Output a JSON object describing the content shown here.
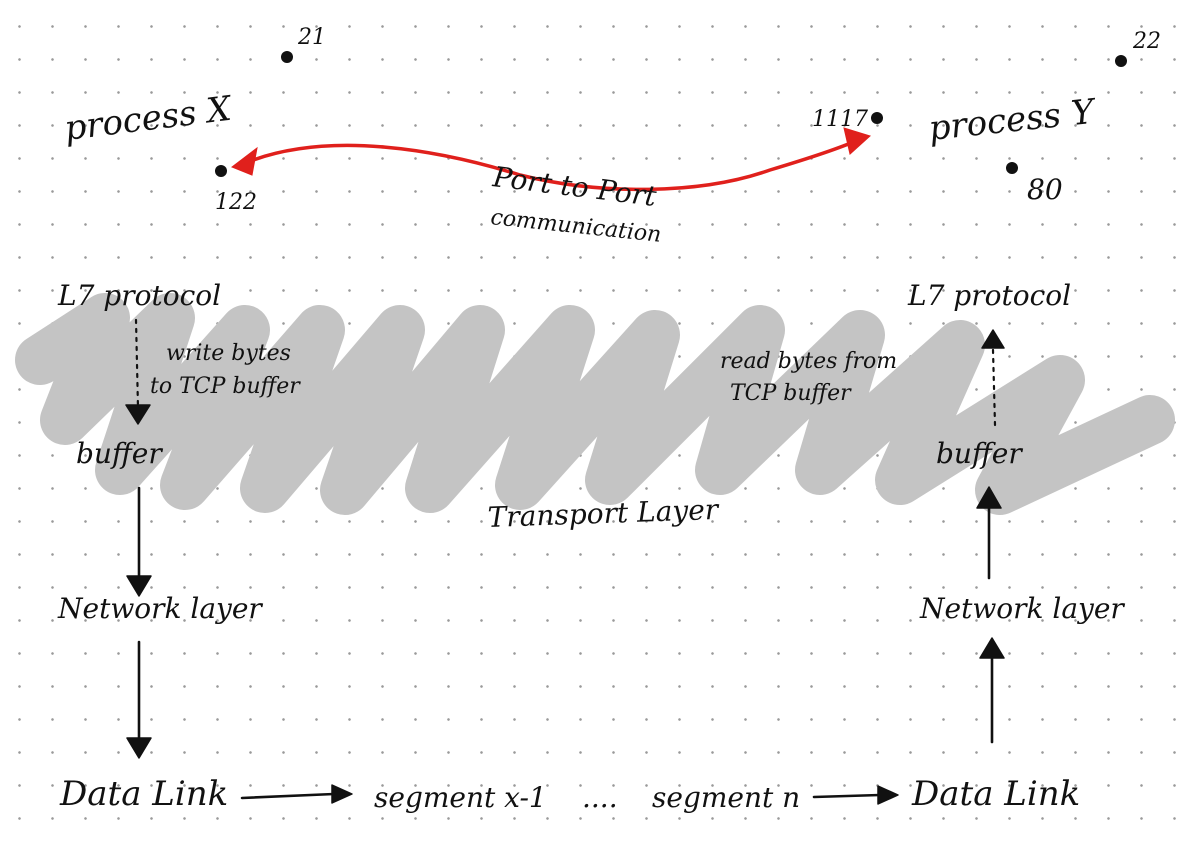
{
  "processes": {
    "left": {
      "label": "process X",
      "ports": [
        "21",
        "122"
      ]
    },
    "right": {
      "label": "process Y",
      "ports": [
        "22",
        "1117",
        "80"
      ]
    }
  },
  "port_link": {
    "line1": "Port to Port",
    "line2": "communication"
  },
  "layer_band": {
    "label": "Transport Layer",
    "color": "#c4c4c4"
  },
  "left_stack": {
    "app": "L7 protocol",
    "action_line1": "write bytes",
    "action_line2": "to TCP buffer",
    "buffer": "buffer",
    "network": "Network layer",
    "link": "Data Link"
  },
  "right_stack": {
    "app": "L7 protocol",
    "action_line1": "read bytes from",
    "action_line2": "TCP buffer",
    "buffer": "buffer",
    "network": "Network layer",
    "link": "Data Link"
  },
  "segments": {
    "first": "segment x-1",
    "ellipsis": "....",
    "last": "segment n"
  },
  "colors": {
    "ink": "#111111",
    "accent_red": "#e0201c",
    "highlight_gray": "#c4c4c4"
  }
}
